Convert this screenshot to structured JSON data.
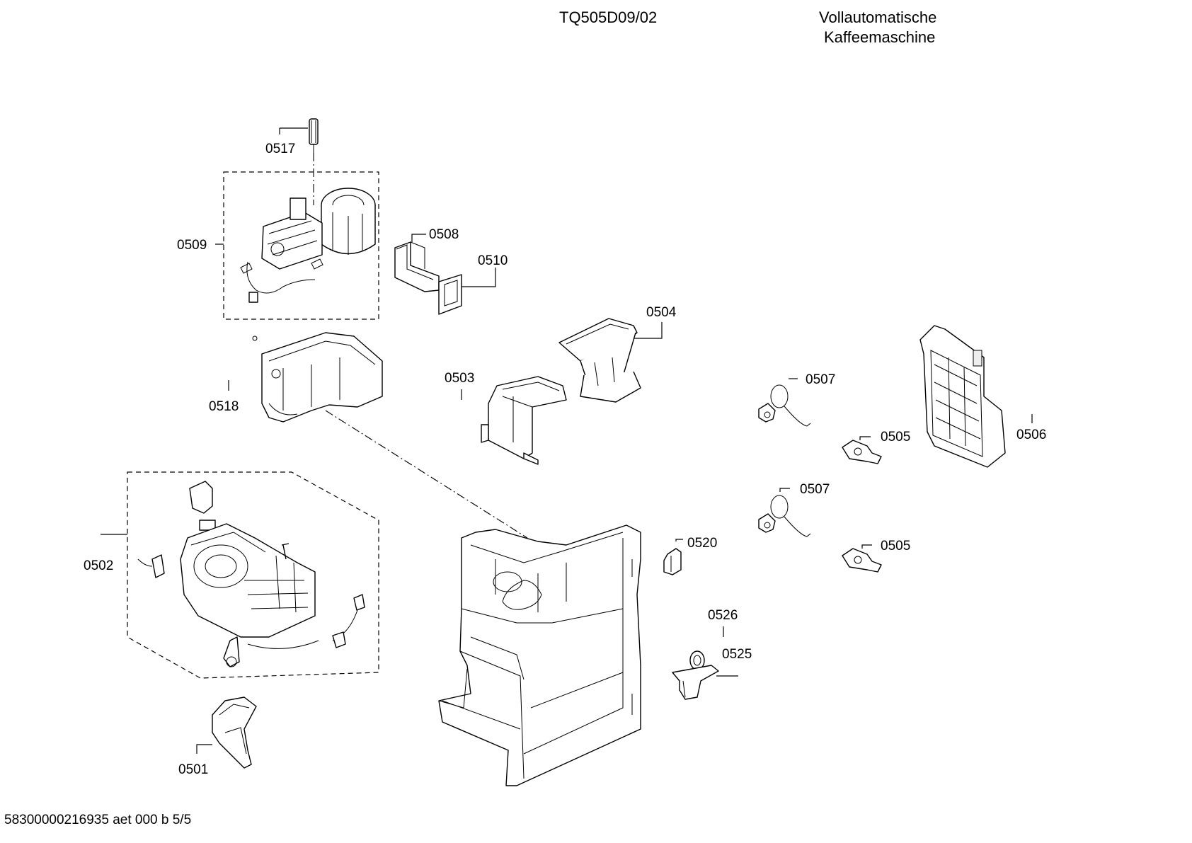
{
  "header": {
    "model": "TQ505D09/02",
    "description_line1": "Vollautomatische",
    "description_line2": "Kaffeemaschine"
  },
  "footer": {
    "document_id": "58300000216935 aet 000 b 5/5"
  },
  "parts": {
    "p0501": "0501",
    "p0502": "0502",
    "p0503": "0503",
    "p0504": "0504",
    "p0505a": "0505",
    "p0505b": "0505",
    "p0506": "0506",
    "p0507a": "0507",
    "p0507b": "0507",
    "p0508": "0508",
    "p0509": "0509",
    "p0510": "0510",
    "p0517": "0517",
    "p0518": "0518",
    "p0520": "0520",
    "p0525": "0525",
    "p0526": "0526"
  }
}
